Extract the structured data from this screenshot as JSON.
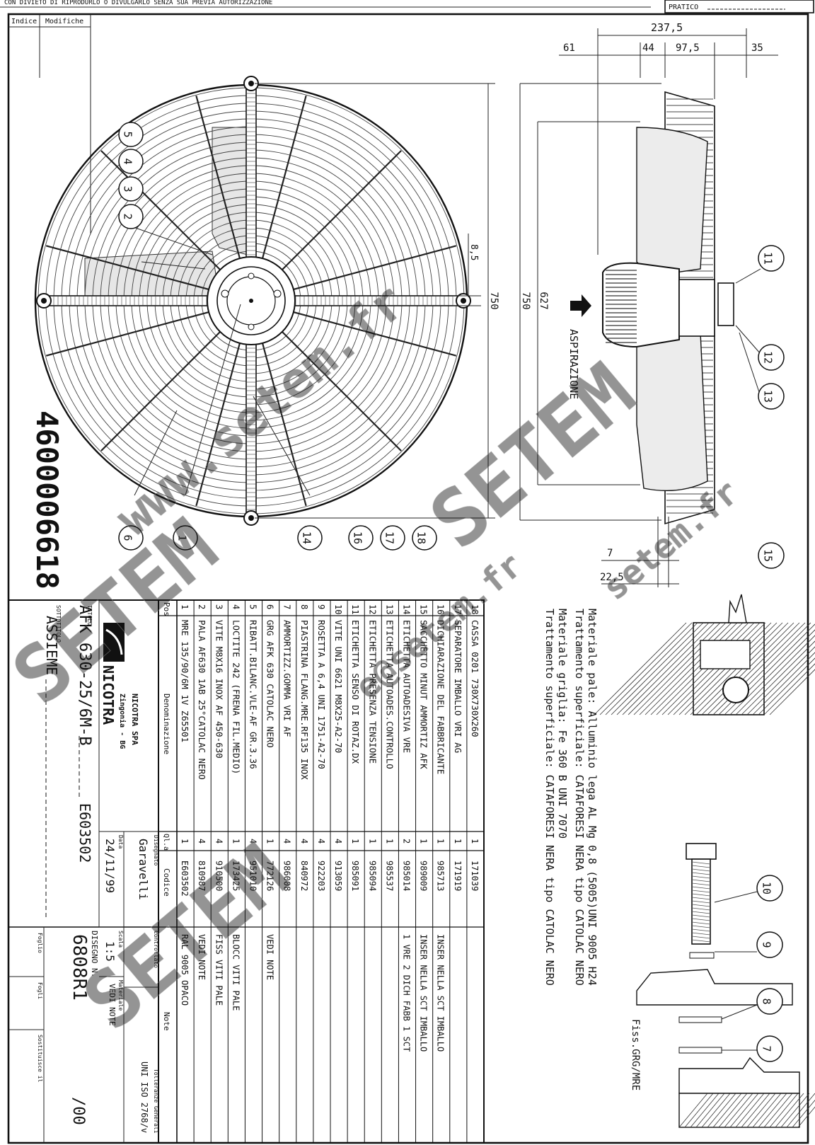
{
  "header": {
    "notice": "CON DIVIETO DI RIPRODURLO O DIVULGARLO SENZA SUA PREVIA AUTORIZZAZIONE",
    "pratico": "PRATICO"
  },
  "revision_box": {
    "indice": "Indice",
    "modifiche": "Modifiche"
  },
  "part_number": "4600006618",
  "watermarks": [
    "www.setem.fr",
    "SETEM",
    "SETEM",
    "SETEM",
    "e@setem.fr",
    "setem.fr"
  ],
  "front_view": {
    "callouts": [
      "5",
      "4",
      "3",
      "2",
      "6",
      "1",
      "14",
      "16",
      "17",
      "18"
    ],
    "dims": {
      "height_750": "750",
      "small_8_5": "8,5"
    }
  },
  "side_view": {
    "dims": {
      "overall_237_5": "237,5",
      "d61": "61",
      "d44": "44",
      "d97_5": "97,5",
      "d35": "35",
      "h750": "750",
      "h627": "627",
      "d7": "7",
      "d22_5": "22,5"
    },
    "airflow_label": "ASPIRAZIONE",
    "callouts": [
      "11",
      "12",
      "13",
      "15"
    ]
  },
  "notes": {
    "mat_pale": "Materiale pale: Alluminio lega AL Mg 0,8 (5005)UNI 9005 H24",
    "tratt_1": "Trattamento superficiale: CATAFORESI NERA tipo CATOLAC NERO",
    "mat_griglia": "Materiale griglia: Fe 360 B UNI 7070",
    "tratt_2": "Trattamento superficiale: CATAFORESI NERA tipo CATOLAC NERO"
  },
  "detail": {
    "label": "Fiss.GRG/MRE",
    "callouts": [
      "10",
      "9",
      "8",
      "7"
    ]
  },
  "bom": {
    "headers": {
      "pos": "Pos",
      "denominazione": "Denominazione",
      "qty": "Ql.a",
      "codice": "Codice",
      "note": "Note"
    },
    "rows": [
      {
        "pos": "18",
        "den": "CASSA 0201 730X730X260",
        "qty": "1",
        "code": "171039",
        "note": ""
      },
      {
        "pos": "17",
        "den": "SEPARATORE IMBALLO VRI AG",
        "qty": "1",
        "code": "171919",
        "note": ""
      },
      {
        "pos": "16",
        "den": "DICHIARAZIONE DEL FABBRICANTE",
        "qty": "1",
        "code": "985713",
        "note": "INSER NELLA SCT IMBALLO"
      },
      {
        "pos": "15",
        "den": "SACCHETTO MINUT AMMORTIZ AFK",
        "qty": "1",
        "code": "989009",
        "note": "INSER NELLA SCT IMBALLO"
      },
      {
        "pos": "14",
        "den": "ETICHETTA AUTOADESIVA VRE",
        "qty": "2",
        "code": "985014",
        "note": "1 VRE 2 DICH FABB 1 SCT"
      },
      {
        "pos": "13",
        "den": "ETICHETTA AUTOADES.CONTROLLO",
        "qty": "1",
        "code": "985537",
        "note": ""
      },
      {
        "pos": "12",
        "den": "ETICHETTA PRESENZA TENSIONE",
        "qty": "1",
        "code": "985094",
        "note": ""
      },
      {
        "pos": "11",
        "den": "ETICHETTA SENSO DI ROTAZ.DX",
        "qty": "1",
        "code": "985091",
        "note": ""
      },
      {
        "pos": "10",
        "den": "VITE UNI 6621 M8X25-A2-70",
        "qty": "4",
        "code": "913059",
        "note": ""
      },
      {
        "pos": "9",
        "den": "ROSETTA A 6,4 UNI 1751-A2-70",
        "qty": "4",
        "code": "922203",
        "note": ""
      },
      {
        "pos": "8",
        "den": "PIASTRINA FLANG.MRE.RF135 INOX",
        "qty": "4",
        "code": "840972",
        "note": ""
      },
      {
        "pos": "7",
        "den": "AMMORTIZZ.GOMMA VRI AF",
        "qty": "4",
        "code": "986008",
        "note": ""
      },
      {
        "pos": "6",
        "den": "GRG AFK 630 CATOLAC NERO",
        "qty": "1",
        "code": "772126",
        "note": "VEDI NOTE"
      },
      {
        "pos": "5",
        "den": "RIBATT.BILANC.VLE-AF GR.3.36",
        "qty": "4",
        "code": "951010",
        "note": ""
      },
      {
        "pos": "4",
        "den": "LOCTITE 242 (FRENA FIL.MEDIO)",
        "qty": "1",
        "code": "173425",
        "note": "BLOCC VITI PALE"
      },
      {
        "pos": "3",
        "den": "VITE M8X16 INOX AF 450-630",
        "qty": "4",
        "code": "910500",
        "note": "FISS VITI PALE"
      },
      {
        "pos": "2",
        "den": "PALA AF630 1AB 25°CATOLAC NERO",
        "qty": "4",
        "code": "810987",
        "note": "VEDI NOTE"
      },
      {
        "pos": "1",
        "den": "MRE 135/90/6M 1V Z65501",
        "qty": "1",
        "code": "E603502",
        "note": "RAL 9005 OPACO"
      }
    ]
  },
  "title_block": {
    "company": "NICOTRA SPA",
    "city": "Zingonia - BG",
    "logo": "NICOTRA",
    "titolo_label": "TITOLO",
    "titolo": "AFK 630-25/6M-B",
    "code": "E603502",
    "sottotitolo_label": "SOTTOTITOLO",
    "sottotitolo": "ASSIEME",
    "disegnato_label": "Disegnato",
    "disegnato": "Garavelli",
    "data_label": "Data",
    "data": "24/11/99",
    "controllato_label": "Controllato",
    "scala_label": "Scala",
    "scala": "1:5",
    "materiale_label": "Materiale",
    "materiale": "VEDI NOTE",
    "tolleranze_label": "Tolleranze Generali",
    "tolleranze": "UNI ISO 2768/v",
    "disegno_label": "DISEGNO N.",
    "disegno": "6808R1",
    "rev": "/00",
    "foglio_label": "Foglio",
    "fogli_label": "Fogli",
    "sostituisce_label": "Sostituisce il"
  }
}
